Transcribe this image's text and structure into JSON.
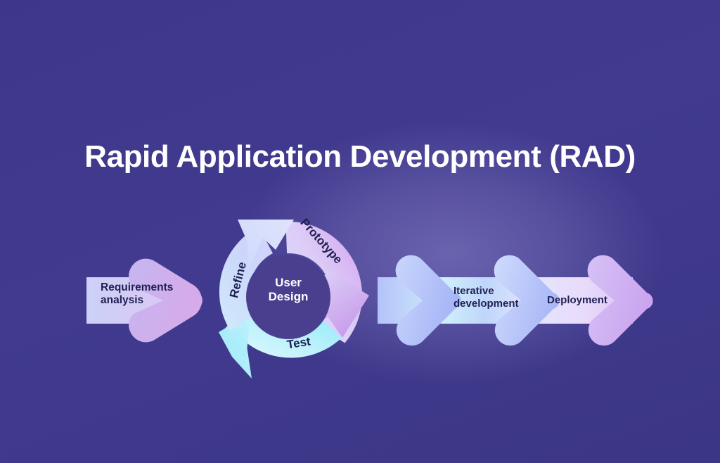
{
  "page": {
    "background_color": "#3d378b",
    "glow_color": "#6a63ae",
    "title": "Rapid Application Development (RAD)",
    "title_color": "#ffffff",
    "label_color": "#1f2052"
  },
  "flow": {
    "steps": [
      {
        "id": "requirements",
        "label": "Requirements\nanalysis",
        "shape": "rectangle-arrow",
        "band_start_color": "#ccd0f7",
        "band_end_color": "#d9c4f2",
        "head_start_color": "#c3b4ef",
        "head_end_color": "#d4a9e8"
      },
      {
        "id": "iterative-development",
        "label": "Iterative\ndevelopment",
        "shape": "chevron-band",
        "band_start_color": "#b6c3fa",
        "band_end_color": "#cdf0fa",
        "head_start_color": "#c8d4fb",
        "head_end_color": "#a9b6f6"
      },
      {
        "id": "deployment",
        "label": "Deployment",
        "shape": "chevron-band",
        "band_start_color": "#dfe2fb",
        "band_end_color": "#e8d9fa",
        "head_start_color": "#cfd8fb",
        "head_end_color": "#cfa9ef"
      }
    ]
  },
  "cycle": {
    "center_label": "User\nDesign",
    "center_circle_color": "#4a3f8e",
    "segments": [
      {
        "id": "prototype",
        "label": "Prototype",
        "start_angle_deg": -92,
        "end_angle_deg": 40,
        "start_color": "#d6dafb",
        "end_color": "#d7a7ef"
      },
      {
        "id": "test",
        "label": "Test",
        "start_angle_deg": 38,
        "end_angle_deg": 172,
        "start_color": "#9ef0fb",
        "end_color": "#ccf4fd"
      },
      {
        "id": "refine",
        "label": "Refine",
        "start_angle_deg": 170,
        "end_angle_deg": 268,
        "start_color": "#cfe6fb",
        "end_color": "#cfd3fa"
      }
    ]
  }
}
